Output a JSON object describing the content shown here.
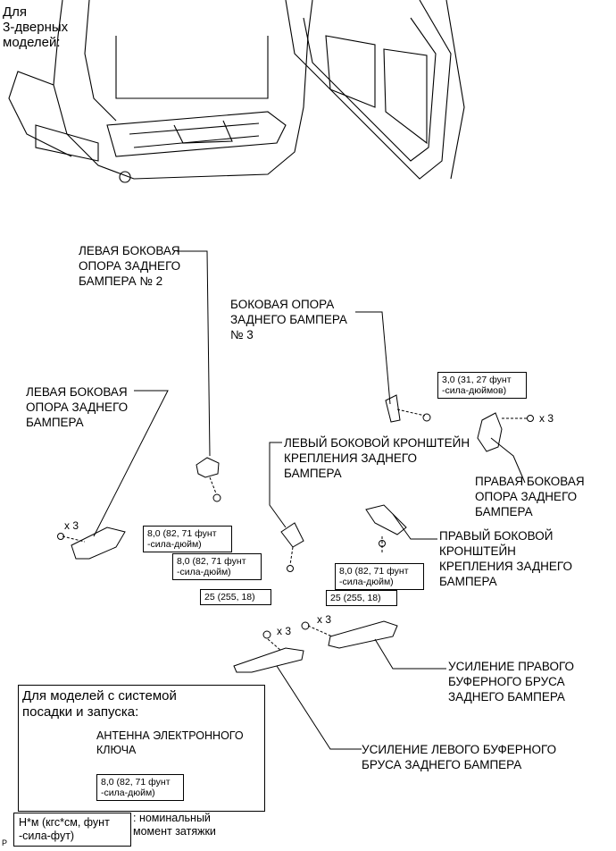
{
  "header": {
    "line1": "Для",
    "line2": "3-дверных",
    "line3": "моделей:"
  },
  "labels": {
    "left_support_2": "ЛЕВАЯ БОКОВАЯ\nОПОРА ЗАДНЕГО\nБАМПЕРА № 2",
    "side_support_3": "БОКОВАЯ ОПОРА\nЗАДНЕГО БАМПЕРА\n№ 3",
    "left_support": "ЛЕВАЯ БОКОВАЯ\nОПОРА ЗАДНЕГО\nБАМПЕРА",
    "left_bracket": "ЛЕВЫЙ БОКОВОЙ КРОНШТЕЙН\nКРЕПЛЕНИЯ ЗАДНЕГО\nБАМПЕРА",
    "right_support": "ПРАВАЯ БОКОВАЯ\nОПОРА ЗАДНЕГО\nБАМПЕРА",
    "right_bracket": "ПРАВЫЙ БОКОВОЙ\nКРОНШТЕЙН\nКРЕПЛЕНИЯ ЗАДНЕГО\nБАМПЕРА",
    "right_reinforcement": "УСИЛЕНИЕ ПРАВОГО\nБУФЕРНОГО БРУСА\nЗАДНЕГО БАМПЕРА",
    "left_reinforcement": "УСИЛЕНИЕ ЛЕВОГО БУФЕРНОГО\nБРУСА ЗАДНЕГО БАМПЕРА"
  },
  "torques": {
    "t_right_top": "3,0 (31, 27 фунт\n-сила-дюймов)",
    "t_left_mid": "8,0 (82, 71 фунт\n-сила-дюйм)",
    "t_left_bracket": "8,0 (82, 71 фунт\n-сила-дюйм)",
    "t_right_bracket": "8,0 (82, 71 фунт\n-сила-дюйм)",
    "t_25_left": "25 (255, 18)",
    "t_25_right": "25 (255, 18)"
  },
  "multipliers": {
    "x3_left": "x 3",
    "x3_right_top": "x 3",
    "x3_center": "x 3",
    "x3_right_low": "x 3"
  },
  "inset": {
    "title": "Для моделей с системой\nпосадки и запуска:",
    "antenna_label": "АНТЕННА ЭЛЕКТРОННОГО\nКЛЮЧА",
    "torque": "8,0 (82, 71 фунт\n-сила-дюйм)"
  },
  "legend": {
    "unit": "Н*м (кгс*см, фунт\n-сила-фут)",
    "description": ": номинальный\nмомент затяжки"
  },
  "corner_mark": "P"
}
